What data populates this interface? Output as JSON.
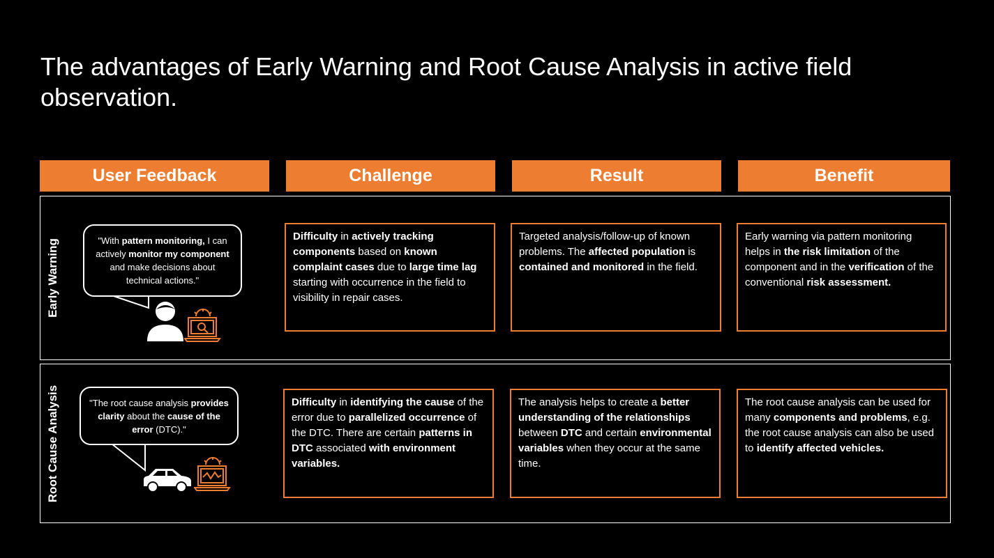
{
  "title": "The advantages of Early Warning and Root Cause Analysis in active field observation.",
  "headers": [
    "User Feedback",
    "Challenge",
    "Result",
    "Benefit"
  ],
  "accent": "#ED7D31",
  "rows": [
    {
      "label": "Early Warning",
      "quote": [
        {
          "t": "\"With "
        },
        {
          "t": "pattern monitoring,",
          "b": 1
        },
        {
          "t": " I can actively "
        },
        {
          "t": "monitor my component",
          "b": 1
        },
        {
          "t": " and make decisions about technical actions.\""
        }
      ],
      "challenge": [
        {
          "t": "Difficulty",
          "b": 1
        },
        {
          "t": " in "
        },
        {
          "t": "actively tracking components",
          "b": 1
        },
        {
          "t": " based on "
        },
        {
          "t": "known complaint cases",
          "b": 1
        },
        {
          "t": " due to "
        },
        {
          "t": "large time lag",
          "b": 1
        },
        {
          "t": " starting with occurrence in the field to visibility in repair cases."
        }
      ],
      "result": [
        {
          "t": "Targeted analysis/follow-up of known problems. The "
        },
        {
          "t": "affected population",
          "b": 1
        },
        {
          "t": " is "
        },
        {
          "t": "contained and monitored",
          "b": 1
        },
        {
          "t": " in the field."
        }
      ],
      "benefit": [
        {
          "t": "Early warning via pattern monitoring helps in "
        },
        {
          "t": "the risk limitation",
          "b": 1
        },
        {
          "t": " of the component and in the "
        },
        {
          "t": "verification",
          "b": 1
        },
        {
          "t": " of the conventional "
        },
        {
          "t": "risk assessment.",
          "b": 1
        }
      ]
    },
    {
      "label": "Root Cause Analysis",
      "quote": [
        {
          "t": "\"The root cause analysis "
        },
        {
          "t": "provides clarity",
          "b": 1
        },
        {
          "t": " about the "
        },
        {
          "t": "cause of the error",
          "b": 1
        },
        {
          "t": " (DTC).\""
        }
      ],
      "challenge": [
        {
          "t": "Difficulty",
          "b": 1
        },
        {
          "t": " in "
        },
        {
          "t": "identifying the cause",
          "b": 1
        },
        {
          "t": " of the error due to "
        },
        {
          "t": "parallelized occurrence",
          "b": 1
        },
        {
          "t": " of the DTC. There are certain "
        },
        {
          "t": "patterns in DTC",
          "b": 1
        },
        {
          "t": " associated "
        },
        {
          "t": "with environment variables.",
          "b": 1
        }
      ],
      "result": [
        {
          "t": "The analysis helps to create a "
        },
        {
          "t": "better understanding of the relationships",
          "b": 1
        },
        {
          "t": " between "
        },
        {
          "t": "DTC",
          "b": 1
        },
        {
          "t": " and certain "
        },
        {
          "t": "environmental variables",
          "b": 1
        },
        {
          "t": " when they occur at the same time."
        }
      ],
      "benefit": [
        {
          "t": "The root cause analysis can be used for many "
        },
        {
          "t": "components and problems",
          "b": 1
        },
        {
          "t": ", e.g. the root cause analysis can also be used to "
        },
        {
          "t": "identify affected vehicles.",
          "b": 1
        }
      ]
    }
  ]
}
